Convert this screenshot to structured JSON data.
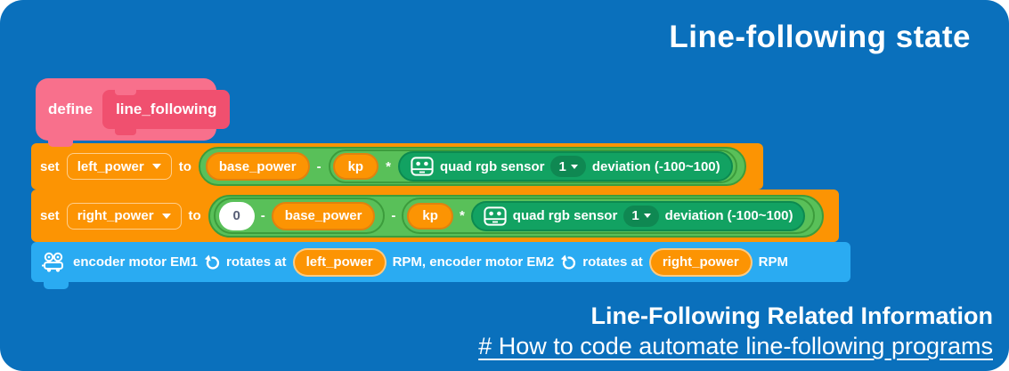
{
  "title": "Line-following state",
  "footer": {
    "heading": "Line-Following Related Information",
    "link": "# How to code automate line-following programs"
  },
  "colors": {
    "background": "#0A70BC",
    "block_orange": "#FC9403",
    "operator_green": "#59C059",
    "sensor_teal": "#12A262",
    "motor_blue": "#2AABF2",
    "define_pink": "#F8708C",
    "prototype_pink": "#F0506F"
  },
  "define_block": {
    "keyword": "define",
    "name": "line_following"
  },
  "set_left_block": {
    "keyword": "set",
    "variable": "left_power",
    "preposition": "to",
    "minuend": "base_power",
    "minus": "-",
    "coefficient": "kp",
    "times": "*",
    "sensor": {
      "icon": "quad-rgb-sensor-icon",
      "label": "quad rgb sensor",
      "port": "1",
      "metric": "deviation (-100~100)"
    }
  },
  "set_right_block": {
    "keyword": "set",
    "variable": "right_power",
    "preposition": "to",
    "zero": "0",
    "minus1": "-",
    "minuend": "base_power",
    "minus2": "-",
    "coefficient": "kp",
    "times": "*",
    "sensor": {
      "icon": "quad-rgb-sensor-icon",
      "label": "quad rgb sensor",
      "port": "1",
      "metric": "deviation (-100~100)"
    }
  },
  "motor_block": {
    "icon": "robot-icon",
    "segment1": "encoder motor EM1",
    "rotate_icon": "rotate-ccw-icon",
    "rotates1": "rotates at",
    "variable1": "left_power",
    "segment2": "RPM, encoder motor EM2",
    "rotates2": "rotates at",
    "variable2": "right_power",
    "unit": "RPM"
  }
}
